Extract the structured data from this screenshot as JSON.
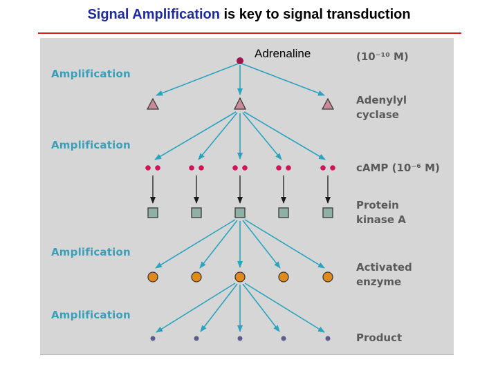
{
  "title": {
    "part1": "Signal Amplification",
    "part2": " is key to signal transduction"
  },
  "diagram": {
    "left_labels": [
      "Amplification",
      "Amplification",
      "Amplification",
      "Amplification"
    ],
    "adrenaline_label": "Adrenaline",
    "right_labels": {
      "adrenaline_conc": "(10⁻¹⁰ M)",
      "adenylyl_cyclase": [
        "Adenylyl",
        "cyclase"
      ],
      "camp": "cAMP (10⁻⁶ M)",
      "protein_kinase_a": [
        "Protein",
        "kinase A"
      ],
      "activated_enzyme": [
        "Activated",
        "enzyme"
      ],
      "product": "Product"
    },
    "colors": {
      "arrow_cyan": "#2aa3bf",
      "arrow_black": "#1a1a1a",
      "adrenaline": "#a0124a",
      "camp": "#d0145a",
      "triangle_fill": "#c98a9a",
      "square_fill": "#8fb0a4",
      "enzyme_fill": "#e08a1c",
      "product": "#5c5c8a",
      "amplification_text": "#3a9fb8",
      "right_label_text": "#5a5a5a"
    }
  }
}
